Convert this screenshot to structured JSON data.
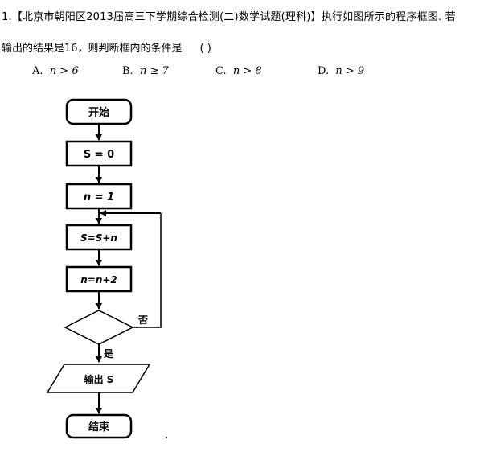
{
  "question": {
    "line1": "1.【北京市朝阳区2013届高三下学期综合检测(二)数学试题(理科)】执行如图所示的程序框图. 若",
    "line2": "输出的结果是16，则判断框内的条件是",
    "blank": "(      )"
  },
  "options": [
    {
      "label": "A.",
      "expr": "n > 6"
    },
    {
      "label": "B.",
      "expr": "n ≥ 7"
    },
    {
      "label": "C.",
      "expr": "n > 8"
    },
    {
      "label": "D.",
      "expr": "n > 9"
    }
  ],
  "flowchart": {
    "start": "开始",
    "init_s": "S = 0",
    "init_n": "n = 1",
    "update_s": "S=S+n",
    "update_n": "n=n+2",
    "no_label": "否",
    "yes_label": "是",
    "output": "输出 S",
    "end": "结束"
  }
}
